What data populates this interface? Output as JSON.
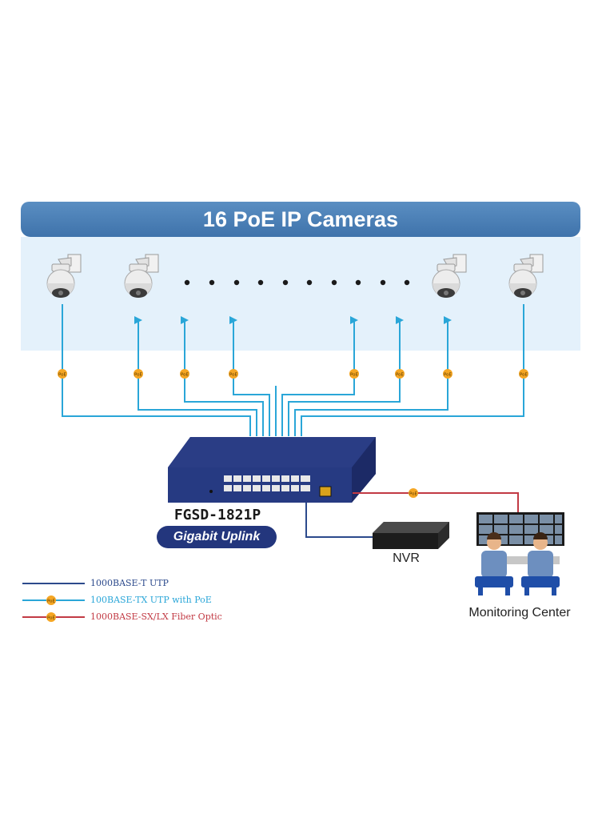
{
  "banner": {
    "title": "16 PoE IP Cameras"
  },
  "switch": {
    "model": "FGSD-1821P",
    "badge": "Gigabit Uplink"
  },
  "nvr": {
    "label": "NVR"
  },
  "monitoring": {
    "label": "Monitoring Center"
  },
  "poe_badge_text": "PoE",
  "legend": [
    {
      "label": "1000BASE-T UTP",
      "color": "#2c4a8c"
    },
    {
      "label": "100BASE-TX UTP with PoE",
      "color": "#2aa6d8"
    },
    {
      "label": "1000BASE-SX/LX Fiber Optic",
      "color": "#c23a44"
    }
  ],
  "colors": {
    "banner": "#4a7fb8",
    "camera_zone": "#e4f1fb",
    "poe_line": "#2aa6d8",
    "poe_badge": "#f5a623",
    "utp_line": "#2c4a8c",
    "fiber_line": "#c23a44",
    "switch_body": "#23367d"
  }
}
